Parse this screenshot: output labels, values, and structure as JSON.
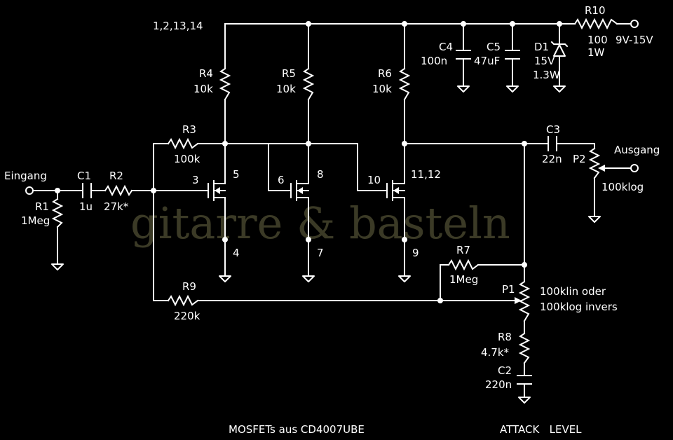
{
  "watermark": "gitarre & basteln",
  "footer": {
    "left": "MOSFETs aus CD4007UBE",
    "right": "ATTACK   LEVEL"
  },
  "supply": {
    "pins": "1,2,13,14",
    "voltage": "9V-15V"
  },
  "ports": {
    "input": "Eingang",
    "output": "Ausgang"
  },
  "components": {
    "R1": {
      "ref": "R1",
      "value": "1Meg"
    },
    "C1": {
      "ref": "C1",
      "value": "1u"
    },
    "R2": {
      "ref": "R2",
      "value": "27k*"
    },
    "R3": {
      "ref": "R3",
      "value": "100k"
    },
    "R4": {
      "ref": "R4",
      "value": "10k"
    },
    "R5": {
      "ref": "R5",
      "value": "10k"
    },
    "R6": {
      "ref": "R6",
      "value": "10k"
    },
    "R7": {
      "ref": "R7",
      "value": "1Meg"
    },
    "R8": {
      "ref": "R8",
      "value": "4.7k*"
    },
    "R9": {
      "ref": "R9",
      "value": "220k"
    },
    "R10": {
      "ref": "R10",
      "value": "100",
      "power": "1W"
    },
    "C2": {
      "ref": "C2",
      "value": "220n"
    },
    "C3": {
      "ref": "C3",
      "value": "22n"
    },
    "C4": {
      "ref": "C4",
      "value": "100n"
    },
    "C5": {
      "ref": "C5",
      "value": "47uF"
    },
    "D1": {
      "ref": "D1",
      "voltage": "15V",
      "power": "1.3W"
    },
    "P1": {
      "ref": "P1",
      "value_line1": "100klin oder",
      "value_line2": "100klog invers"
    },
    "P2": {
      "ref": "P2",
      "value": "100klog"
    }
  },
  "mosfet_pins": {
    "q1_gate": "3",
    "q1_drain": "5",
    "q1_source": "4",
    "q2_gate": "6",
    "q2_drain": "8",
    "q2_source": "7",
    "q3_gate": "10",
    "q3_drain": "11,12",
    "q3_source": "9"
  }
}
